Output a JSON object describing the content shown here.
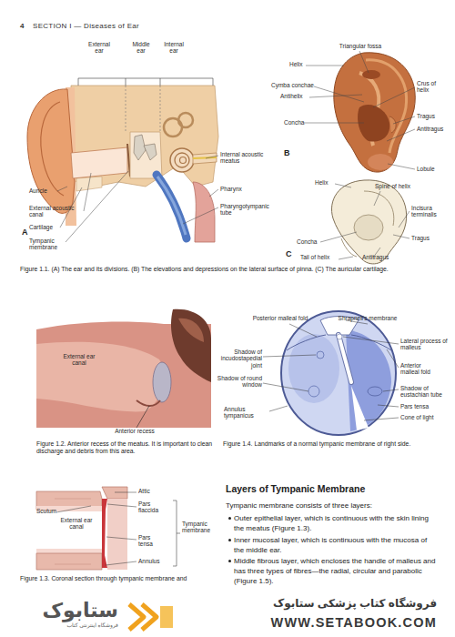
{
  "diagram": {
    "labels": [
      "4",
      "SECTION I — Diseases of Ear",
      "External ear",
      "Middle ear",
      "Internal ear",
      "Auricle",
      "External acoustic canal",
      "Cartilage",
      "Tympanic membrane",
      "A",
      "Internal acoustic meatus",
      "Pharynx",
      "Pharyngotympanic tube",
      "Triangular fossa",
      "Helix",
      "Cymba conchae",
      "Antihelix",
      "Concha",
      "Crus of helix",
      "Tragus",
      "Antitragus",
      "Lobule",
      "B",
      "Helix",
      "Spine of helix",
      "Incisura terminalis",
      "Tragus",
      "Concha",
      "Tail of helix",
      "Antitragus",
      "C",
      "Figure 1.1. (A) The ear and its divisions. (B) The elevations and depressions on the lateral surface of pinna. (C) The auricular cartilage.",
      "External ear canal",
      "Anterior recess",
      "Figure 1.2. Anterior recess of the meatus. It is important to clean discharge and debris from this area.",
      "Posterior malleal fold",
      "Shrapnell's membrane",
      "Shadow of incudostapedial joint",
      "Lateral process of malleus",
      "Anterior malleal fold",
      "Shadow of round window",
      "Shadow of eustachian tube",
      "Pars tensa",
      "Cone of light",
      "Annulus tympanicus",
      "Figure 1.4. Landmarks of a normal tympanic membrane of right side.",
      "Attic",
      "Scutum",
      "Pars flaccida",
      "External ear canal",
      "Tympanic membrane",
      "Pars tensa",
      "Annulus",
      "Figure 1.3. Coronal section through tympanic membrane and",
      "Layers of Tympanic Membrane",
      "Tympanic membrane consists of three layers:",
      "Outer epithelial layer, which is continuous with the skin lining the meatus (Figure 1.3).",
      "Inner mucosal layer, which is continuous with the mucosa of the middle ear.",
      "Middle fibrous layer, which encloses the handle of malleus and has three types of fibres—the radial, circular and parabolic (Figure 1.5).",
      "ستابوک",
      "فروشگاه اینترنتی کتاب",
      "فروشگاه کتاب پزشکی ستابوک",
      "WWW.SETABOOK.COM"
    ]
  }
}
